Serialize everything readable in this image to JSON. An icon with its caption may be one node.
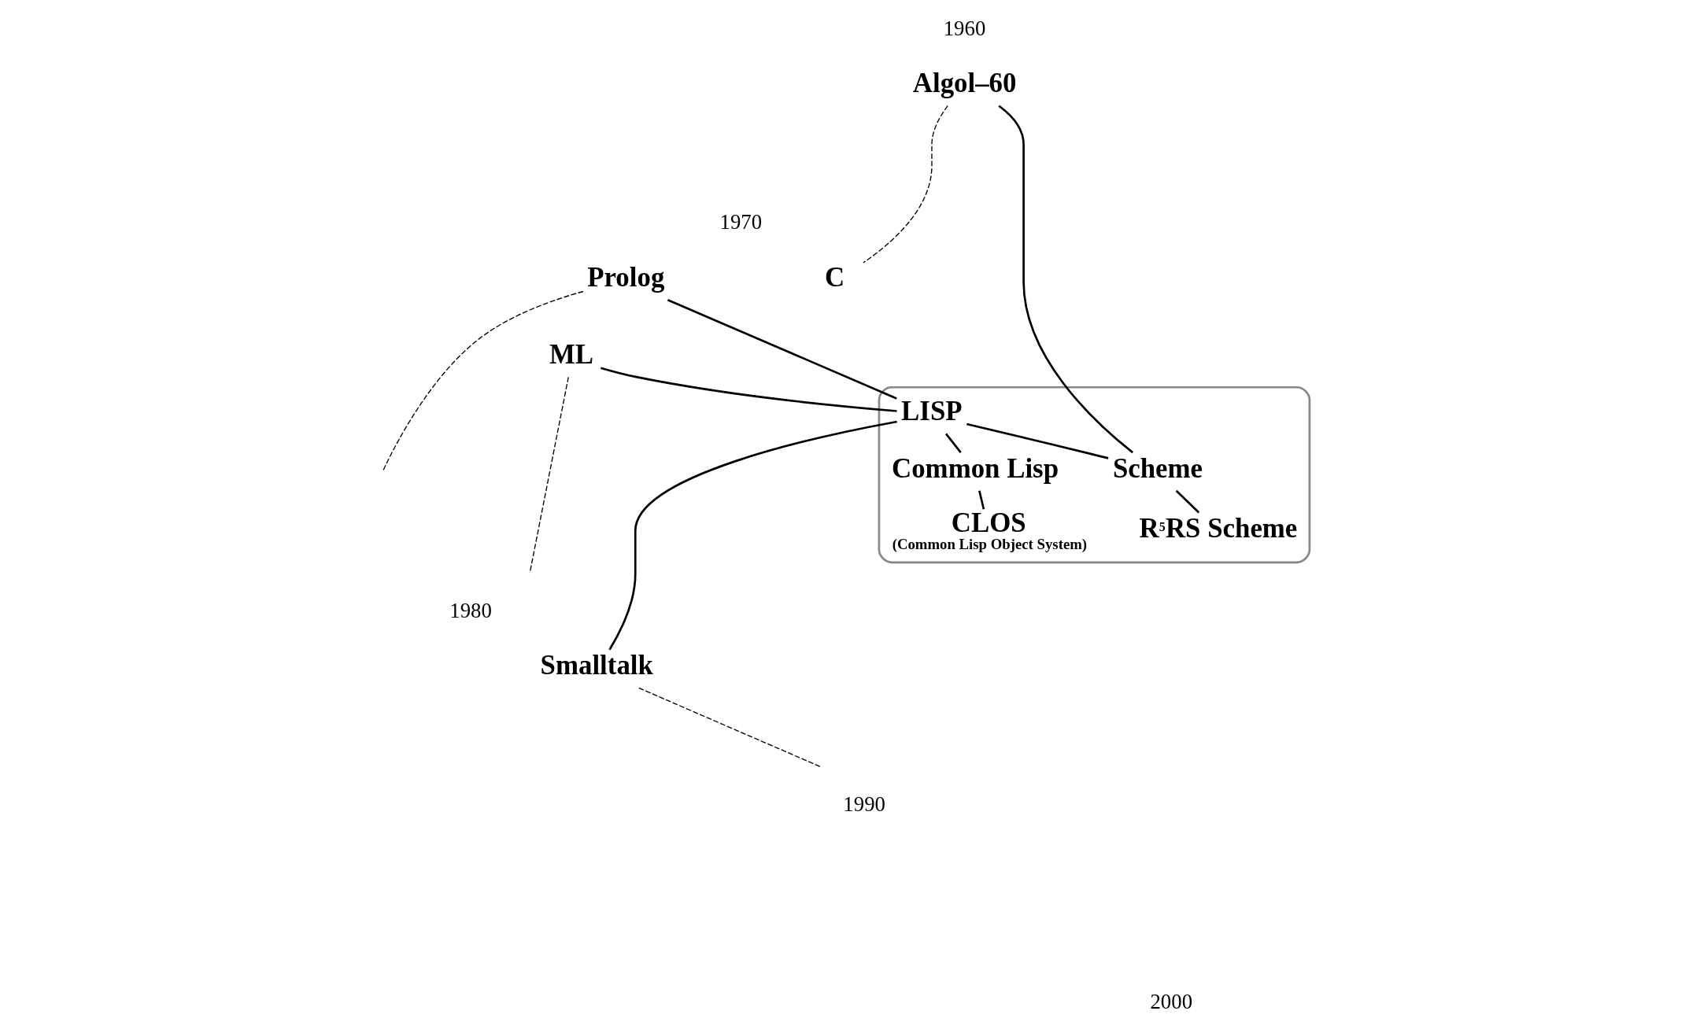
{
  "diagram": {
    "nodes": [
      {
        "text": [],
        "shape": "box"
      },
      {
        "text": [
          "LISP"
        ],
        "in": 0
      },
      {
        "text": [
          "Algol–60"
        ]
      },
      {
        "text": [
          "Prolog"
        ]
      },
      {
        "text": [
          "C"
        ]
      },
      {
        "text": [
          "ML"
        ]
      },
      {
        "text": [
          "Scheme"
        ],
        "in": 0
      },
      {
        "text": [
          "Smalltalk"
        ]
      },
      {
        "text": [
          "Common Lisp"
        ],
        "in": 0
      },
      {
        "text": [
          "CLOS",
          "(Common Lisp Object System)"
        ],
        "in": 0
      },
      {
        "text": [
          "R$^{5}$RS Scheme"
        ],
        "in": 0
      }
    ],
    "edges": [
      {
        "from": 1,
        "to": 3,
        "arrow": "none"
      },
      {
        "from": 1,
        "to": 5,
        "arrow": "none"
      },
      {
        "from": 1,
        "to": 7,
        "arrow": "none"
      },
      {
        "from": 1,
        "to": 6,
        "arrow": "none"
      },
      {
        "from": 2,
        "to": 6,
        "arrow": "none"
      },
      {
        "from": 2,
        "to": 4,
        "arrow": "none",
        "style": "dashed"
      },
      {
        "from": 1,
        "to": 8,
        "arrow": "none"
      },
      {
        "from": 8,
        "to": 9,
        "arrow": "none"
      },
      {
        "from": 6,
        "to": 10,
        "arrow": "none"
      },
      {
        "from": 3,
        "to": null,
        "arrow": "none",
        "style": "dashed"
      },
      {
        "from": 5,
        "to": null,
        "arrow": "none",
        "style": "dashed"
      },
      {
        "from": 7,
        "to": null,
        "arrow": "none",
        "style": "dashed"
      }
    ],
    "labels": [
      "1960",
      "1970",
      "1980",
      "1990",
      "2000"
    ]
  }
}
